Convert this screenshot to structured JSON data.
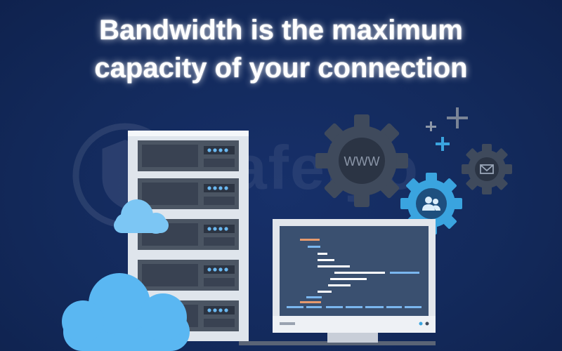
{
  "headline": {
    "line1": "Bandwidth is the maximum",
    "line2": "capacity of your connection"
  },
  "watermark": {
    "text": "Safelyo"
  },
  "gears": {
    "large_gear_label": "WWW"
  },
  "icons": [
    "shield-logo-icon",
    "server-rack",
    "cloud-icon",
    "gear-icon",
    "users-icon",
    "mail-icon",
    "plus-icon",
    "monitor-icon"
  ],
  "colors": {
    "background": "#132a5c",
    "server_frame": "#dfe5ec",
    "server_unit": "#4b5563",
    "cloud": "#5ab7f2",
    "gear_gray": "#3f4a5c",
    "gear_blue": "#3aa4df",
    "monitor_screen": "#3a5070",
    "code_orange": "#e69a6e",
    "code_blue": "#7ab6ee",
    "code_white": "#ffffff"
  }
}
